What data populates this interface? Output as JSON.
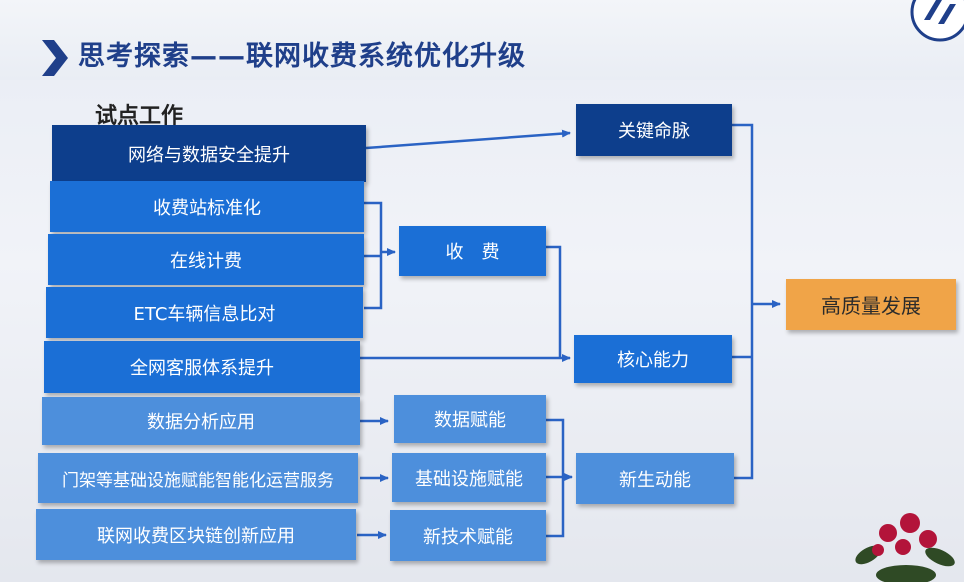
{
  "title": "思考探索——联网收费系统优化升级",
  "section_label": "试点工作",
  "left_items": [
    {
      "label": "网络与数据安全提升"
    },
    {
      "label": "收费站标准化"
    },
    {
      "label": "在线计费"
    },
    {
      "label": "ETC车辆信息比对"
    },
    {
      "label": "全网客服体系提升"
    },
    {
      "label": "数据分析应用"
    },
    {
      "label": "门架等基础设施赋能智能化运营服务"
    },
    {
      "label": "联网收费区块链创新应用"
    }
  ],
  "mid_items": [
    {
      "label": "收　费"
    },
    {
      "label": "数据赋能"
    },
    {
      "label": "基础设施赋能"
    },
    {
      "label": "新技术赋能"
    }
  ],
  "right_items": [
    {
      "label": "关键命脉"
    },
    {
      "label": "核心能力"
    },
    {
      "label": "新生动能"
    }
  ],
  "goal": {
    "label": "高质量发展"
  },
  "colors": {
    "dark_blue": "#0d3e8c",
    "mid_blue": "#1b6fd6",
    "light_blue": "#4d8fdc",
    "goal_orange": "#f0a448",
    "title_blue": "#1f3f8a",
    "arrow_blue": "#2a63c4"
  }
}
